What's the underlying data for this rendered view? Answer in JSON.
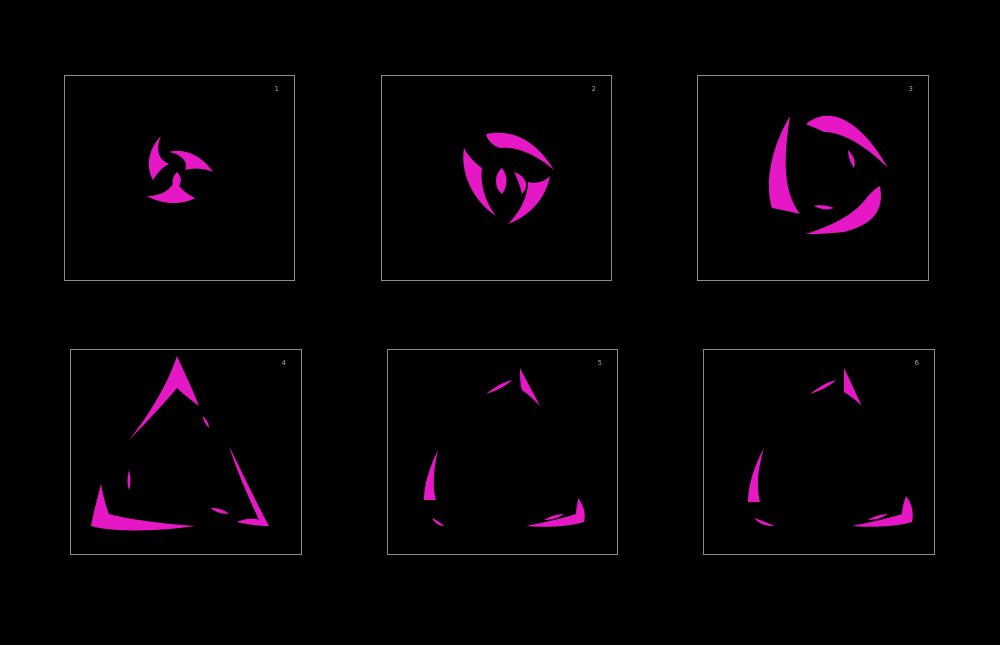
{
  "colors": {
    "background": "#000000",
    "frame_border": "#8a8a8a",
    "effect": "#e617c4"
  },
  "frames": [
    {
      "number": "1",
      "icon": "swirl-effect-stage-1"
    },
    {
      "number": "2",
      "icon": "swirl-effect-stage-2"
    },
    {
      "number": "3",
      "icon": "swirl-effect-stage-3"
    },
    {
      "number": "4",
      "icon": "swirl-effect-stage-4"
    },
    {
      "number": "5",
      "icon": "swirl-effect-stage-5"
    },
    {
      "number": "6",
      "icon": "swirl-effect-stage-6"
    }
  ]
}
